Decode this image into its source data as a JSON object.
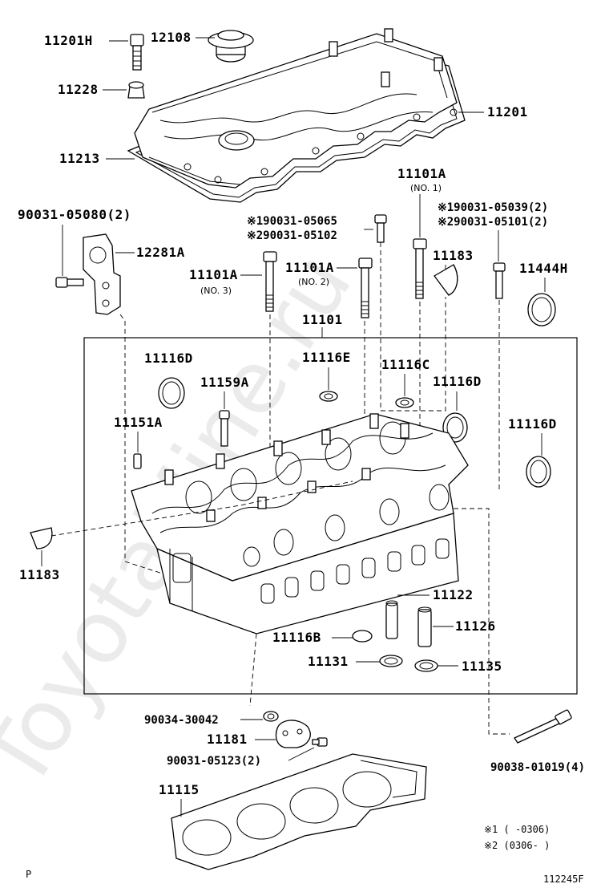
{
  "labels": {
    "l11201H": "11201H",
    "l12108": "12108",
    "l11228": "11228",
    "l11201": "11201",
    "l11213": "11213",
    "l90031_05080": "90031-05080(2)",
    "l12281A": "12281A",
    "l11101A_no1": "11101A",
    "l11101A_no1_sub": "(NO. 1)",
    "l90031_05065": "※190031-05065",
    "l90031_05102": "※290031-05102",
    "l90031_05039": "※190031-05039(2)",
    "l90031_05101": "※290031-05101(2)",
    "l11101A_no3": "11101A",
    "l11101A_no3_sub": "(NO. 3)",
    "l11101A_no2": "11101A",
    "l11101A_no2_sub": "(NO. 2)",
    "l11183_top": "11183",
    "l11444H": "11444H",
    "l11101": "11101",
    "l11116D_a": "11116D",
    "l11116E": "11116E",
    "l11116C": "11116C",
    "l11116D_b": "11116D",
    "l11159A": "11159A",
    "l11151A": "11151A",
    "l11116D_c": "11116D",
    "l11183_left": "11183",
    "l11122": "11122",
    "l11126": "11126",
    "l11116B": "11116B",
    "l11131": "11131",
    "l11135": "11135",
    "l90034_30042": "90034-30042",
    "l11181": "11181",
    "l90031_05123": "90031-05123(2)",
    "l90038_01019": "90038-01019(4)",
    "l11115": "11115"
  },
  "footnotes": {
    "n1": "※1 (    -0306)",
    "n2": "※2 (0306-     )"
  },
  "corner_left": "P",
  "figure_id": "112245F",
  "watermark": "ToyotaMine.ru"
}
